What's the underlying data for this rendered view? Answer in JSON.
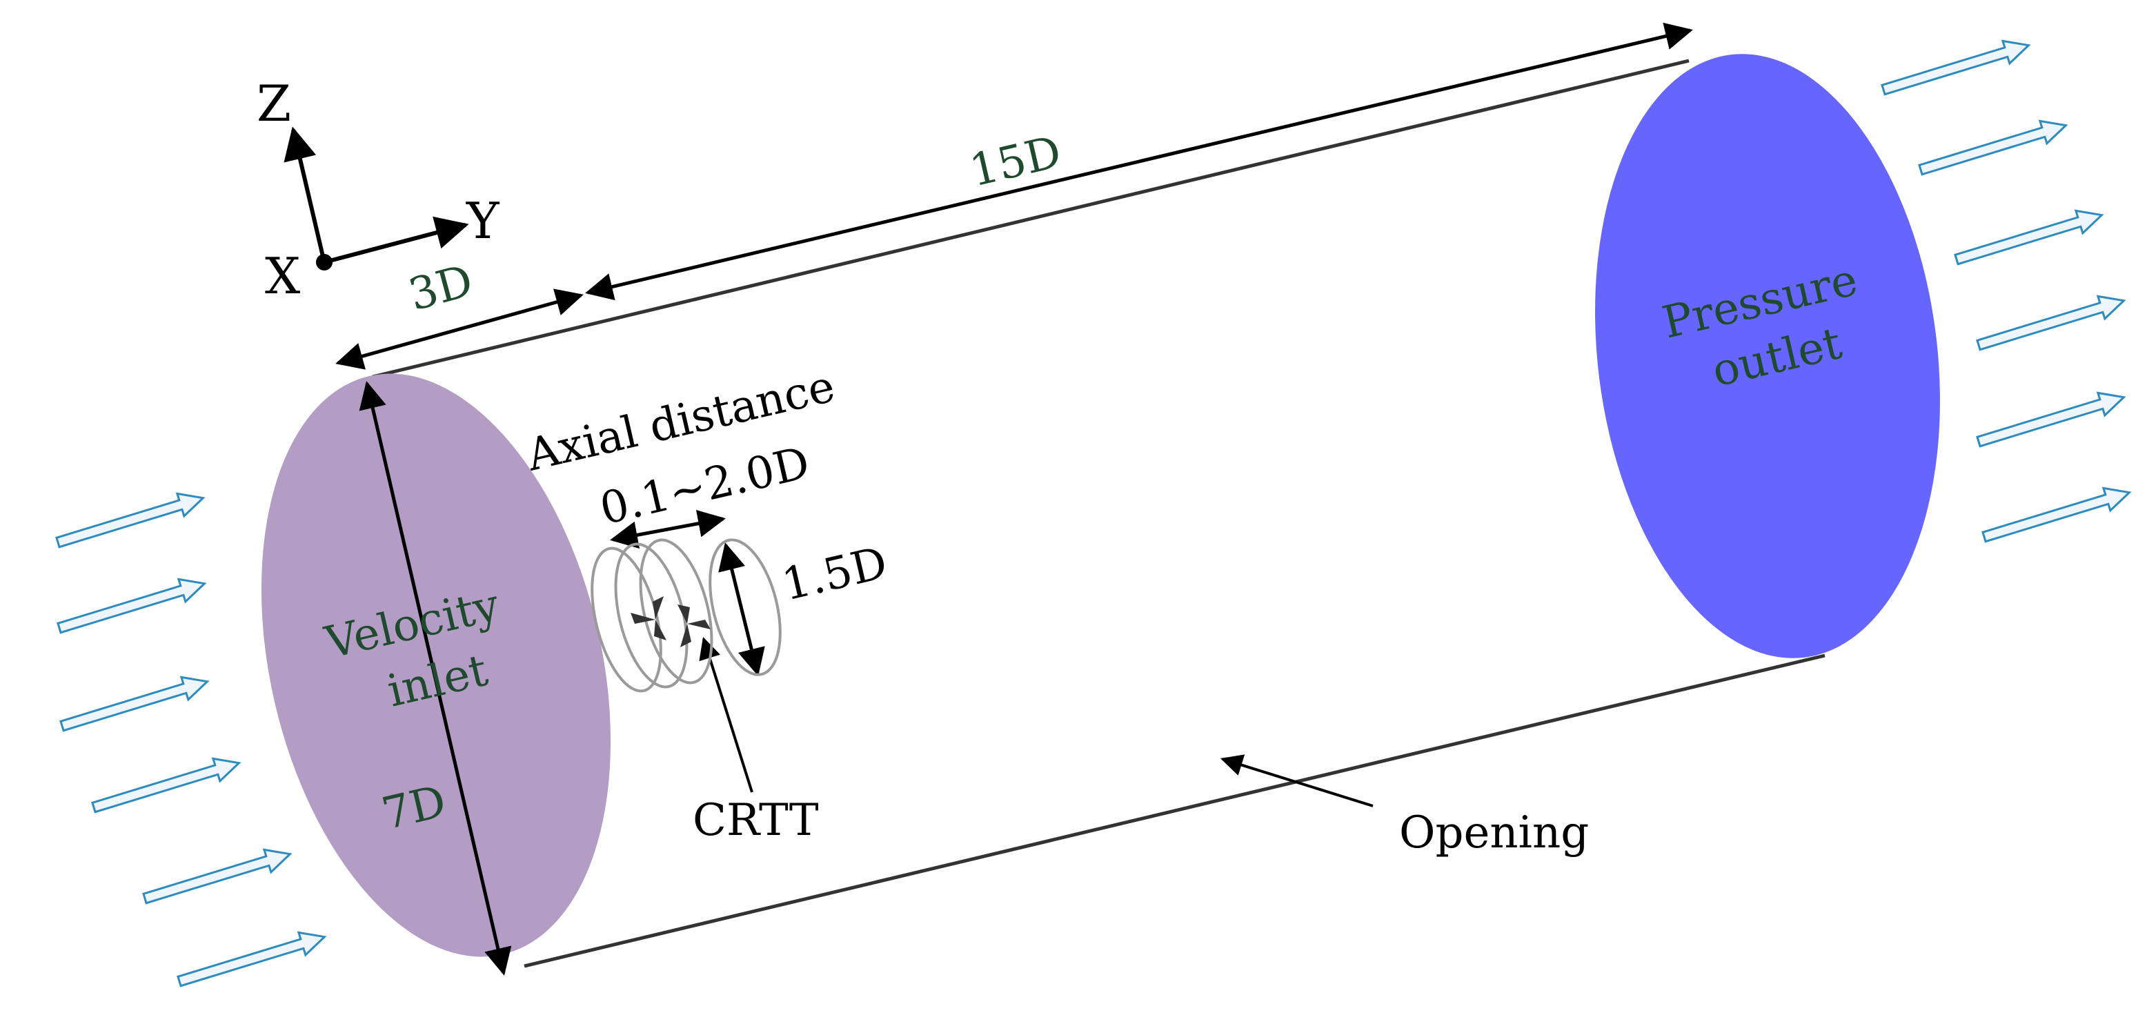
{
  "axes": {
    "z_label": "Z",
    "y_label": "Y",
    "x_label": "X"
  },
  "dimensions": {
    "upstream_length": "3D",
    "total_length": "15D",
    "domain_diameter": "7D",
    "rotor_diameter": "1.5D",
    "axial_distance_title": "Axial distance",
    "axial_distance_range": "0.1~2.0D"
  },
  "boundaries": {
    "inlet_line1": "Velocity",
    "inlet_line2": "inlet",
    "outlet_line1": "Pressure",
    "outlet_line2": "outlet",
    "side_label": "Opening"
  },
  "turbine": {
    "label": "CRTT"
  },
  "colors": {
    "inlet_fill": "#b39dc4",
    "outlet_fill": "#6666ff",
    "flow_arrow_stroke": "#2e8bc0",
    "flow_arrow_fill": "#eef6fb",
    "label_green": "#1f4a2e"
  },
  "flow_arrows": {
    "inflow_count": 6,
    "outflow_count": 6
  }
}
